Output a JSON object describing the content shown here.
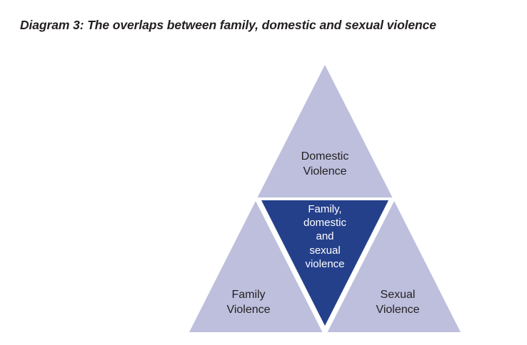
{
  "figure": {
    "title": "Diagram 3: The overlaps between family, domestic and sexual violence",
    "title_number": "Diagram 3",
    "colors": {
      "light_triangle_fill": "#bdbfdd",
      "center_triangle_fill": "#25408b",
      "background": "#ffffff",
      "dark_text": "#231f20",
      "light_text": "#ffffff"
    }
  },
  "chart_data": {
    "type": "diagram",
    "diagram_type": "venn-style-triangle",
    "title": "Diagram 3: The overlaps between family, domestic and sexual violence",
    "regions": [
      {
        "id": "domestic-violence",
        "label": "Domestic\nViolence",
        "label_lines": [
          "Domestic",
          "Violence"
        ],
        "position": "top",
        "shape": "triangle-up",
        "fill": "#bdbfdd",
        "text_color": "#231f20"
      },
      {
        "id": "family-violence",
        "label": "Family\nViolence",
        "label_lines": [
          "Family",
          "Violence"
        ],
        "position": "bottom-left",
        "shape": "triangle-up",
        "fill": "#bdbfdd",
        "text_color": "#231f20"
      },
      {
        "id": "sexual-violence",
        "label": "Sexual\nViolence",
        "label_lines": [
          "Sexual",
          "Violence"
        ],
        "position": "bottom-right",
        "shape": "triangle-up",
        "fill": "#bdbfdd",
        "text_color": "#231f20"
      },
      {
        "id": "overlap-all",
        "label": "Family,\ndomestic\nand\nsexual\nviolence",
        "label_lines": [
          "Family,",
          "domestic",
          "and",
          "sexual",
          "violence"
        ],
        "position": "center",
        "shape": "triangle-down",
        "fill": "#25408b",
        "text_color": "#ffffff"
      }
    ],
    "legend": [],
    "annotations": []
  },
  "labels": {
    "domestic_violence": "Domestic\nViolence",
    "family_violence": "Family\nViolence",
    "sexual_violence": "Sexual\nViolence",
    "center_overlap": "Family,\ndomestic\nand\nsexual\nviolence"
  }
}
